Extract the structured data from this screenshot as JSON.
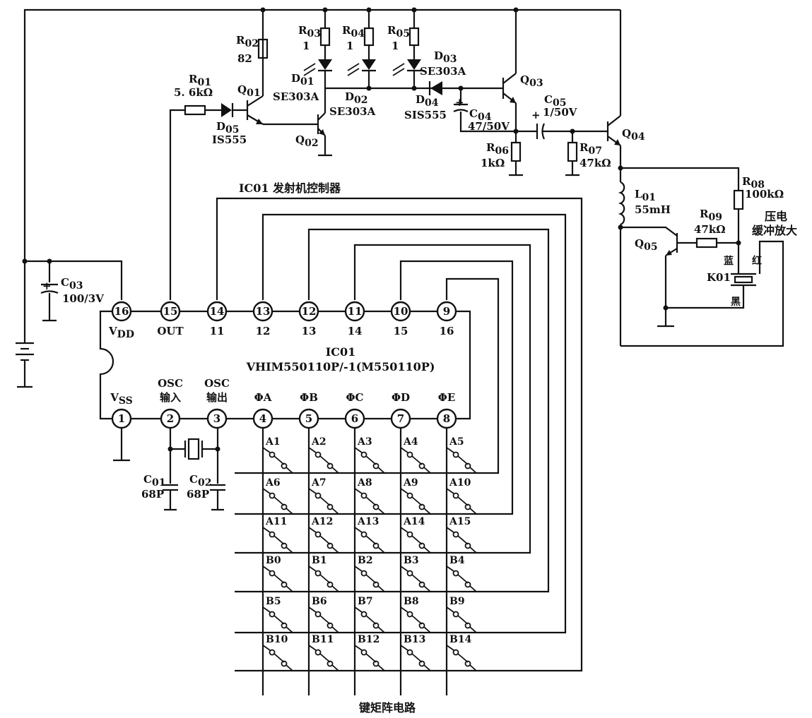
{
  "ic": {
    "label": "IC01",
    "part": "VHIM550110P/-1(M550110P)",
    "caption": "IC01  发射机控制器",
    "top_pins": [
      {
        "num": "16",
        "name": "V",
        "sub": "DD"
      },
      {
        "num": "15",
        "name": "OUT",
        "sub": ""
      },
      {
        "num": "14",
        "name": "11",
        "sub": ""
      },
      {
        "num": "13",
        "name": "12",
        "sub": ""
      },
      {
        "num": "12",
        "name": "13",
        "sub": ""
      },
      {
        "num": "11",
        "name": "14",
        "sub": ""
      },
      {
        "num": "10",
        "name": "15",
        "sub": ""
      },
      {
        "num": "9",
        "name": "16",
        "sub": ""
      }
    ],
    "bottom_pins": [
      {
        "num": "1",
        "name": "V",
        "sub": "SS",
        "name2": ""
      },
      {
        "num": "2",
        "name": "OSC",
        "sub": "",
        "name2": "输入"
      },
      {
        "num": "3",
        "name": "OSC",
        "sub": "",
        "name2": "输出"
      },
      {
        "num": "4",
        "name": "ΦA",
        "sub": "",
        "name2": ""
      },
      {
        "num": "5",
        "name": "ΦB",
        "sub": "",
        "name2": ""
      },
      {
        "num": "6",
        "name": "ΦC",
        "sub": "",
        "name2": ""
      },
      {
        "num": "7",
        "name": "ΦD",
        "sub": "",
        "name2": ""
      },
      {
        "num": "8",
        "name": "ΦE",
        "sub": "",
        "name2": ""
      }
    ]
  },
  "components": {
    "r01": {
      "ref": "R",
      "sub": "01",
      "value": "5. 6kΩ"
    },
    "r02": {
      "ref": "R",
      "sub": "02",
      "value": "82"
    },
    "r03": {
      "ref": "R",
      "sub": "03",
      "value": "1"
    },
    "r04": {
      "ref": "R",
      "sub": "04",
      "value": "1"
    },
    "r05": {
      "ref": "R",
      "sub": "05",
      "value": "1"
    },
    "r06": {
      "ref": "R",
      "sub": "06",
      "value": "1kΩ"
    },
    "r07": {
      "ref": "R",
      "sub": "07",
      "value": "47kΩ"
    },
    "r08": {
      "ref": "R",
      "sub": "08",
      "value": "100kΩ"
    },
    "r09": {
      "ref": "R",
      "sub": "09",
      "value": "47kΩ"
    },
    "d01": {
      "ref": "D",
      "sub": "01",
      "value": "SE303A"
    },
    "d02": {
      "ref": "D",
      "sub": "02",
      "value": "SE303A"
    },
    "d03": {
      "ref": "D",
      "sub": "03",
      "value": "SE303A"
    },
    "d04": {
      "ref": "D",
      "sub": "04",
      "value": "SIS555"
    },
    "d05": {
      "ref": "D",
      "sub": "05",
      "value": "IS555"
    },
    "q01": {
      "ref": "Q",
      "sub": "01"
    },
    "q02": {
      "ref": "Q",
      "sub": "02"
    },
    "q03": {
      "ref": "Q",
      "sub": "03"
    },
    "q04": {
      "ref": "Q",
      "sub": "04"
    },
    "q05": {
      "ref": "Q",
      "sub": "05"
    },
    "c01": {
      "ref": "C",
      "sub": "01",
      "value": "68P"
    },
    "c02": {
      "ref": "C",
      "sub": "02",
      "value": "68P"
    },
    "c03": {
      "ref": "C",
      "sub": "03",
      "value": "100/3V"
    },
    "c04": {
      "ref": "C",
      "sub": "04",
      "value": "47/50V"
    },
    "c05": {
      "ref": "C",
      "sub": "05",
      "value": "1/50V"
    },
    "l01": {
      "ref": "L",
      "sub": "01",
      "value": "55mH"
    },
    "k01": {
      "ref": "K01",
      "label": "压电",
      "label2": "缓冲放大",
      "blue": "蓝",
      "red": "红",
      "black": "黑"
    }
  },
  "keyboard": {
    "caption": "键矩阵电路",
    "rows": [
      [
        "A1",
        "A2",
        "A3",
        "A4",
        "A5"
      ],
      [
        "A6",
        "A7",
        "A8",
        "A9",
        "A10"
      ],
      [
        "A11",
        "A12",
        "A13",
        "A14",
        "A15"
      ],
      [
        "B0",
        "B1",
        "B2",
        "B3",
        "B4"
      ],
      [
        "B5",
        "B6",
        "B7",
        "B8",
        "B9"
      ],
      [
        "B10",
        "B11",
        "B12",
        "B13",
        "B14"
      ]
    ]
  }
}
